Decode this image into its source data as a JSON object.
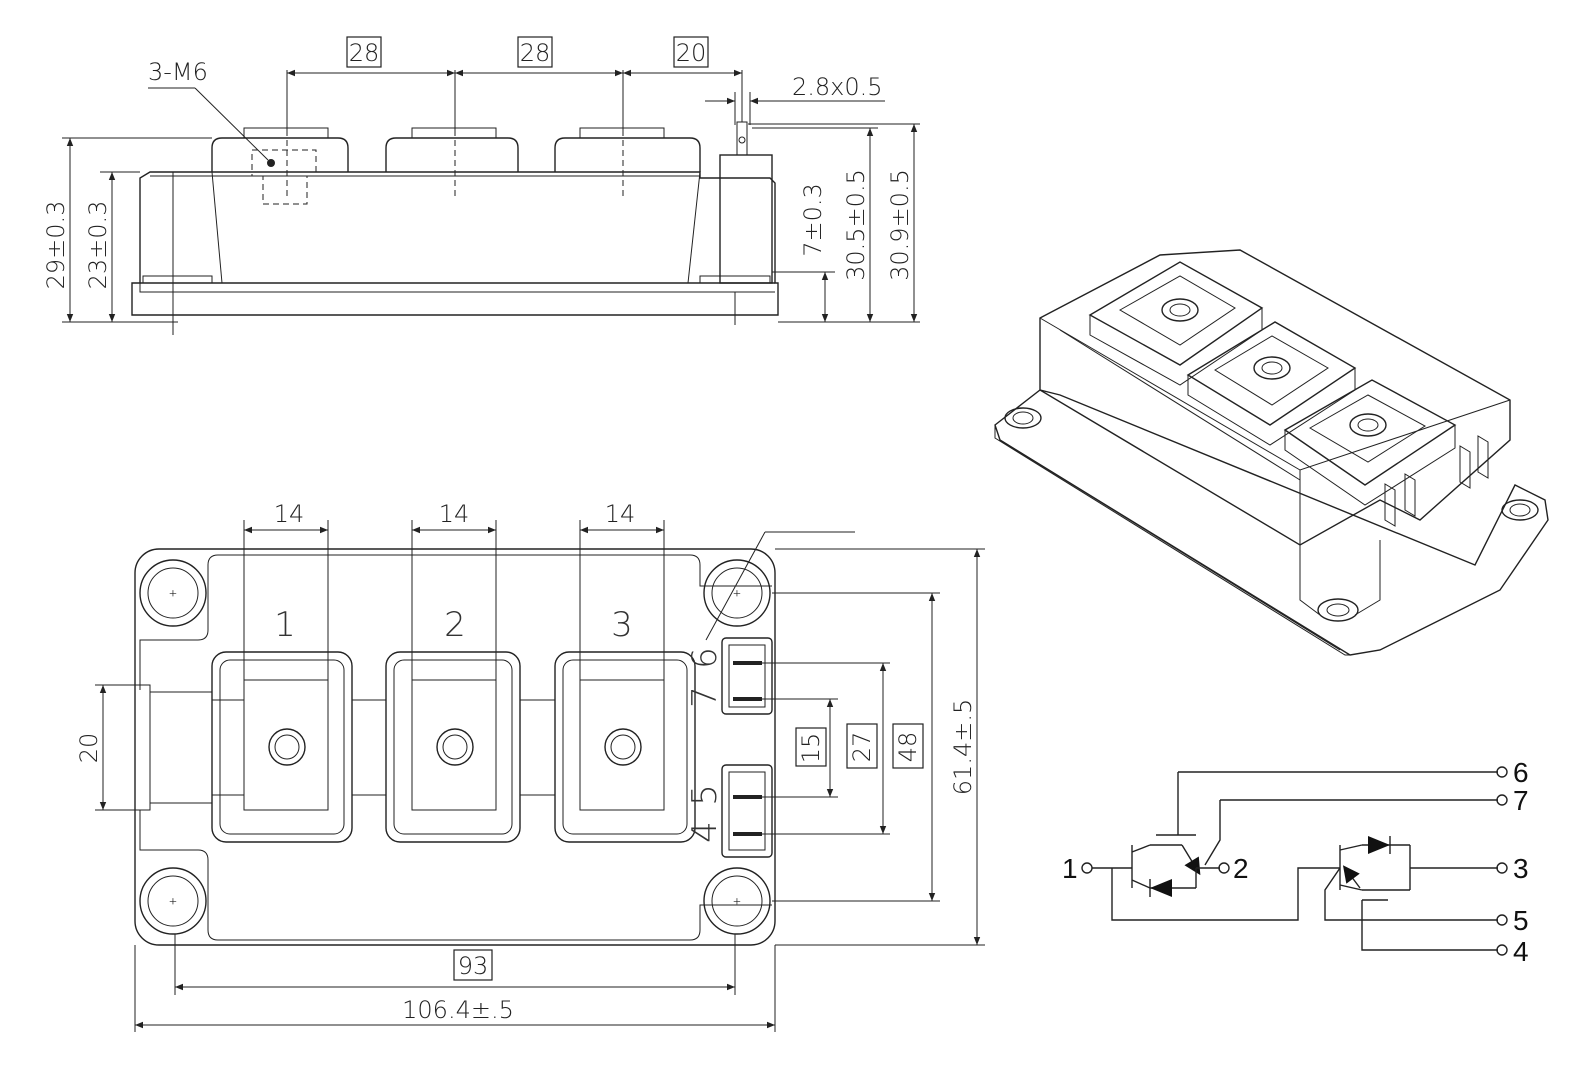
{
  "side_view": {
    "dims_top": [
      "28",
      "28",
      "20"
    ],
    "lead_dim": "2.8x0.5",
    "thread_label": "3-M6",
    "heights_left": [
      "29±0.3",
      "23±0.3"
    ],
    "heights_right": [
      "7±0.3",
      "30.5±0.5",
      "30.9±0.5"
    ]
  },
  "top_view": {
    "terminal_widths": [
      "14",
      "14",
      "14"
    ],
    "terminal_numbers": [
      "1",
      "2",
      "3"
    ],
    "pin_numbers": [
      "6",
      "7",
      "5",
      "4"
    ],
    "left_dim": "20",
    "pin_dims": [
      "15",
      "27",
      "48"
    ],
    "height_dim": "61.4±.5",
    "mount_pitch": "93",
    "overall_width": "106.4±.5"
  },
  "schematic": {
    "pins": [
      "1",
      "2",
      "3",
      "4",
      "5",
      "6",
      "7"
    ]
  },
  "colors": {
    "line": "#222222",
    "background": "#ffffff"
  }
}
